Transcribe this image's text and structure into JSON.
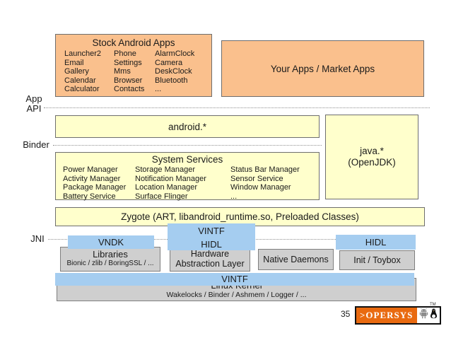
{
  "colors": {
    "apps_orange": "#FAC08D",
    "framework_yellow": "#FFFFCC",
    "treble_blue": "#A5CDF0",
    "native_gray": "#CFCFCF",
    "logo_orange": "#E96A10"
  },
  "side_labels": {
    "app_api_line1": "App",
    "app_api_line2": "API",
    "binder": "Binder",
    "jni": "JNI"
  },
  "stock_apps": {
    "title": "Stock Android Apps",
    "columns": [
      [
        "Launcher2",
        "Email",
        "Gallery",
        "Calendar",
        "Calculator"
      ],
      [
        "Phone",
        "Settings",
        "Mms",
        "Browser",
        "Contacts"
      ],
      [
        "AlarmClock",
        "Camera",
        "DeskClock",
        "Bluetooth",
        "..."
      ]
    ]
  },
  "your_apps": {
    "label": "Your Apps / Market Apps"
  },
  "framework": {
    "android": "android.*",
    "java_line1": "java.*",
    "java_line2": "(OpenJDK)"
  },
  "system_services": {
    "title": "System Services",
    "columns": [
      [
        "Power Manager",
        "Activity Manager",
        "Package Manager",
        "Battery Service"
      ],
      [
        "Storage Manager",
        "Notification Manager",
        "Location Manager",
        "Surface Flinger"
      ],
      [
        "Status Bar Manager",
        "Sensor Service",
        "Window Manager",
        "..."
      ]
    ]
  },
  "zygote": {
    "label": "Zygote (ART, libandroid_runtime.so, Preloaded Classes)"
  },
  "treble": {
    "vintf_top": "VINTF",
    "vndk": "VNDK",
    "hidl_mid": "HIDL",
    "hidl_right": "HIDL",
    "vintf_bottom": "VINTF"
  },
  "native_layer": {
    "libraries_title": "Libraries",
    "libraries_subtitle": "Bionic / zlib / BoringSSL / ...",
    "hal_line1": "Hardware",
    "hal_line2": "Abstraction Layer",
    "native_daemons": "Native Daemons",
    "init_toybox": "Init / Toybox"
  },
  "kernel": {
    "title": "Linux Kernel",
    "subtitle": "Wakelocks / Binder / Ashmem / Logger / ..."
  },
  "footer": {
    "page_number": "35",
    "logo_prefix": ">",
    "logo_text": "OPERSYS",
    "trademark": "TM"
  }
}
